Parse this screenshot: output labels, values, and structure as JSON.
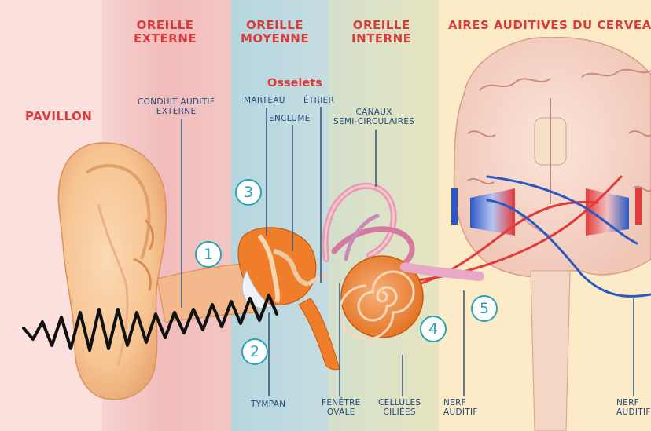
{
  "zones": {
    "pavillon": "PAVILLON",
    "externe": "OREILLE\nEXTERNE",
    "moyenne": "OREILLE\nMOYENNE",
    "interne": "OREILLE\nINTERNE",
    "cerveau": "AIRES AUDITIVES DU CERVEAU"
  },
  "parts": {
    "conduit": "CONDUIT AUDITIF\nEXTERNE",
    "osselets": "Osselets",
    "marteau": "MARTEAU",
    "enclume": "ENCLUME",
    "etrier": "ÉTRIER",
    "canaux": "CANAUX\nSEMI-CIRCULAIRES",
    "tympan": "TYMPAN",
    "fenetre": "FENÊTRE\nOVALE",
    "cellules": "CELLULES\nCILIÉES",
    "nerf1": "NERF\nAUDITIF",
    "nerf2": "NERF\nAUDITIF"
  },
  "markers": [
    "1",
    "2",
    "3",
    "4",
    "5"
  ],
  "colors": {
    "zone_label": "#d93a3a",
    "part_label": "#234a7a",
    "marker": "#2aa3b5",
    "band_pavillon": "#fbe0dd",
    "band_externe": "#f3c2c0",
    "band_moyenne": "#b9d8df",
    "band_interne": "#dde2c4",
    "band_cerveau": "#fcebc6"
  }
}
